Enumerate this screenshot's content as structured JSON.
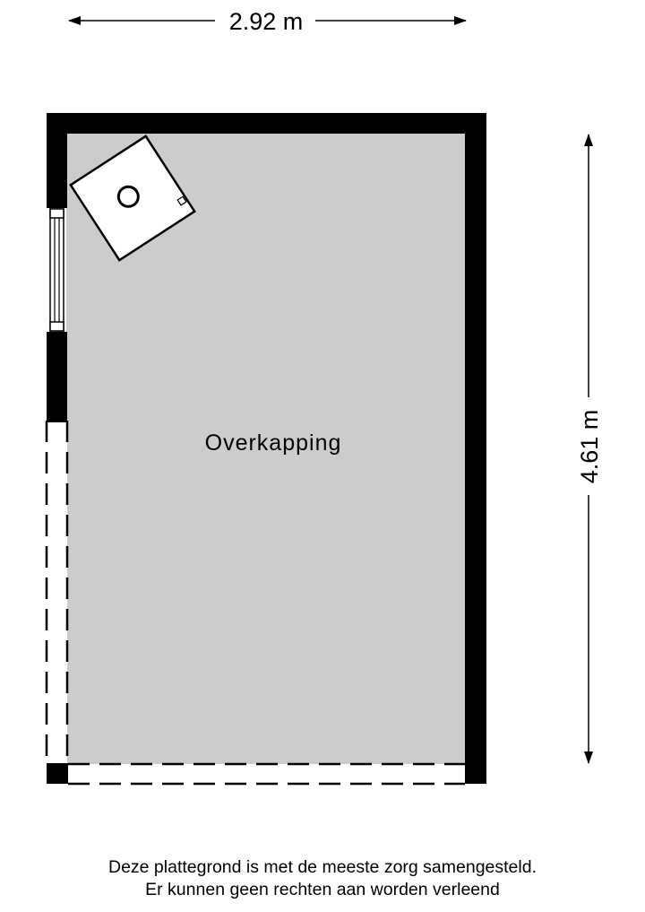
{
  "dimensions": {
    "width_label": "2.92 m",
    "height_label": "4.61 m"
  },
  "room": {
    "label": "Overkapping"
  },
  "disclaimer": {
    "line1": "Deze plattegrond is met de meeste zorg samengesteld.",
    "line2": "Er kunnen geen rechten aan worden verleend"
  },
  "colors": {
    "floor": "#cccccc",
    "wall": "#000000",
    "background": "#ffffff"
  }
}
